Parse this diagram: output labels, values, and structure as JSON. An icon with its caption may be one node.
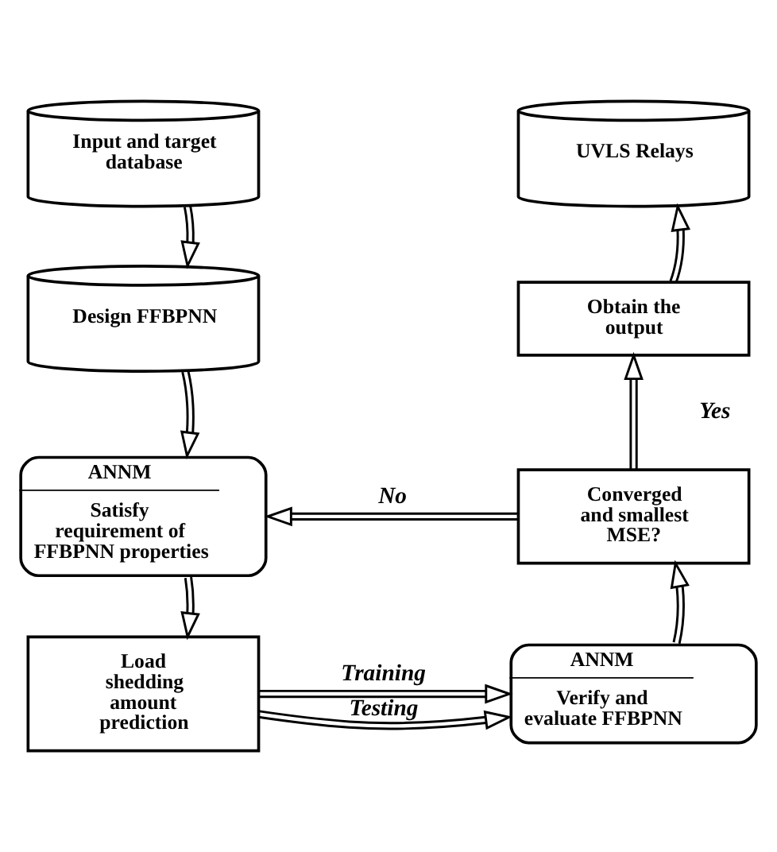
{
  "diagram": {
    "nodes": [
      {
        "text": [
          "Input and target database"
        ]
      },
      {
        "text": [
          "Design FFBPNN"
        ]
      },
      {
        "text": [
          "ANNM",
          "Satisfy requirement of FFBPNN properties"
        ]
      },
      {
        "text": [
          "Load shedding amount prediction"
        ]
      },
      {
        "text": [
          "ANNM",
          "Verify and evaluate FFBPNN"
        ]
      },
      {
        "text": [
          "Converged and smallest MSE?"
        ]
      },
      {
        "text": [
          "Obtain the output"
        ]
      },
      {
        "text": [
          "UVLS Relays"
        ]
      }
    ],
    "edges": [
      {
        "from": 0,
        "to": 1,
        "arrow": "to"
      },
      {
        "from": 1,
        "to": 2,
        "arrow": "to"
      },
      {
        "from": 2,
        "to": 3,
        "arrow": "to"
      },
      {
        "from": 3,
        "to": 4,
        "arrow": "to",
        "label": "Training"
      },
      {
        "from": 3,
        "to": 4,
        "arrow": "to",
        "label": "Testing"
      },
      {
        "from": 4,
        "to": 5,
        "arrow": "to"
      },
      {
        "from": 5,
        "to": 2,
        "arrow": "to",
        "label": "No"
      },
      {
        "from": 5,
        "to": 6,
        "arrow": "to",
        "label": "Yes"
      },
      {
        "from": 6,
        "to": 7,
        "arrow": "to"
      }
    ]
  }
}
